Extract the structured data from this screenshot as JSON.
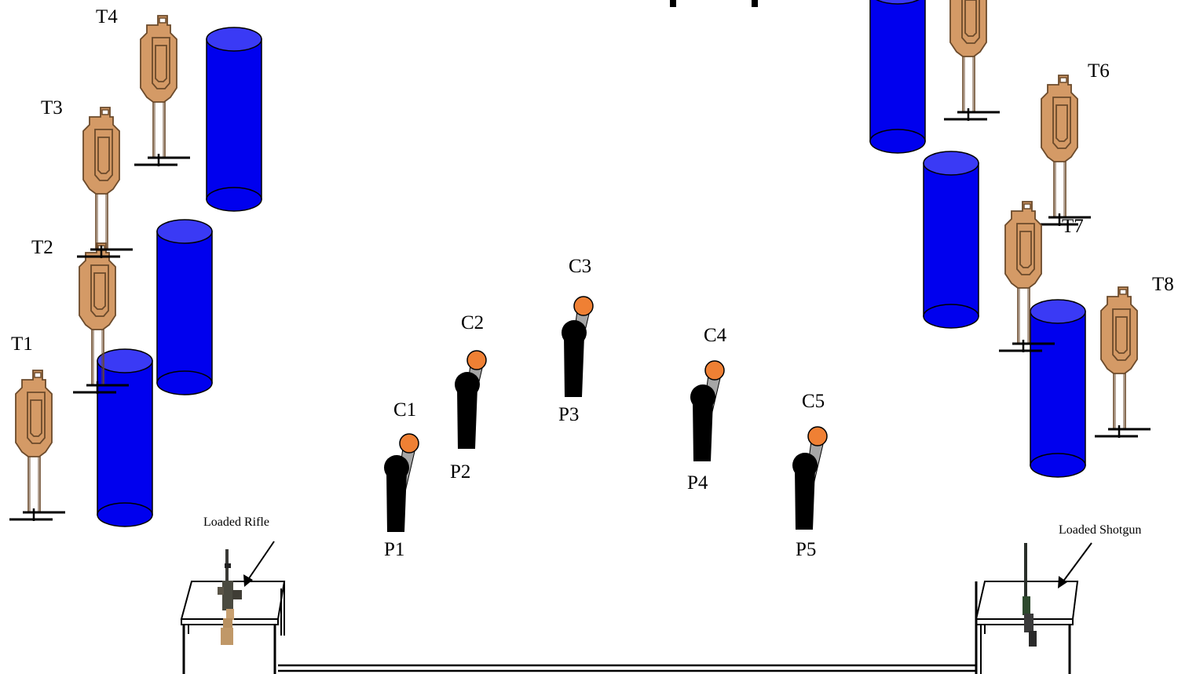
{
  "colors": {
    "barrel_fill": "#0000ee",
    "barrel_top": "#3a3af5",
    "target_fill": "#d49a66",
    "target_stroke": "#6b4a2b",
    "cone_head": "#ef8034",
    "person_fill": "#000000",
    "cone_body": "#a6a6a6"
  },
  "targets": [
    {
      "id": "t1",
      "label": "T1"
    },
    {
      "id": "t2",
      "label": "T2"
    },
    {
      "id": "t3",
      "label": "T3"
    },
    {
      "id": "t4",
      "label": "T4"
    },
    {
      "id": "t5",
      "label": ""
    },
    {
      "id": "t6",
      "label": "T6"
    },
    {
      "id": "t7",
      "label": "T7"
    },
    {
      "id": "t8",
      "label": "T8"
    }
  ],
  "positions": [
    {
      "id": "p1",
      "person_label": "P1",
      "cone_label": "C1"
    },
    {
      "id": "p2",
      "person_label": "P2",
      "cone_label": "C2"
    },
    {
      "id": "p3",
      "person_label": "P3",
      "cone_label": "C3"
    },
    {
      "id": "p4",
      "person_label": "P4",
      "cone_label": "C4"
    },
    {
      "id": "p5",
      "person_label": "P5",
      "cone_label": "C5"
    }
  ],
  "tables": {
    "left": {
      "caption": "Loaded Rifle",
      "icon": "rifle-icon"
    },
    "right": {
      "caption": "Loaded Shotgun",
      "icon": "shotgun-icon"
    }
  },
  "barrels": [
    "barrel-1",
    "barrel-2",
    "barrel-3",
    "barrel-4",
    "barrel-5",
    "barrel-6"
  ]
}
